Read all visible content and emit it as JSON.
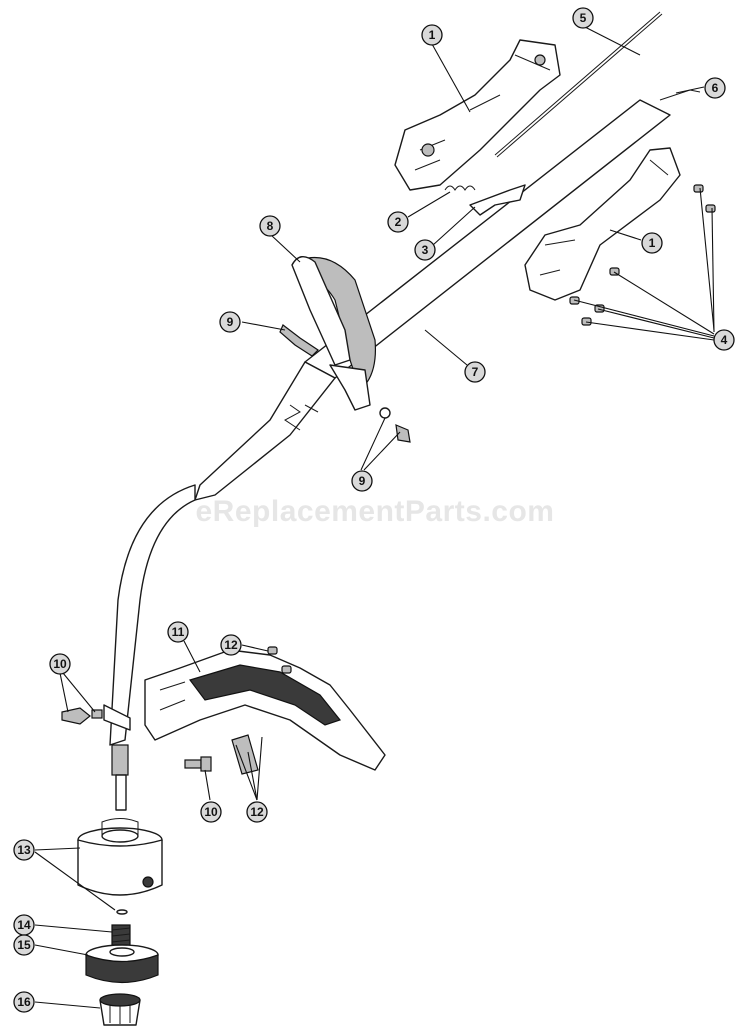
{
  "watermark": "eReplacementParts.com",
  "callouts": {
    "c1a": "1",
    "c1b": "1",
    "c2": "2",
    "c3": "3",
    "c4": "4",
    "c5": "5",
    "c6": "6",
    "c7": "7",
    "c8": "8",
    "c9a": "9",
    "c9b": "9",
    "c10a": "10",
    "c10b": "10",
    "c11": "11",
    "c12a": "12",
    "c12b": "12",
    "c13": "13",
    "c14": "14",
    "c15": "15",
    "c16": "16"
  }
}
